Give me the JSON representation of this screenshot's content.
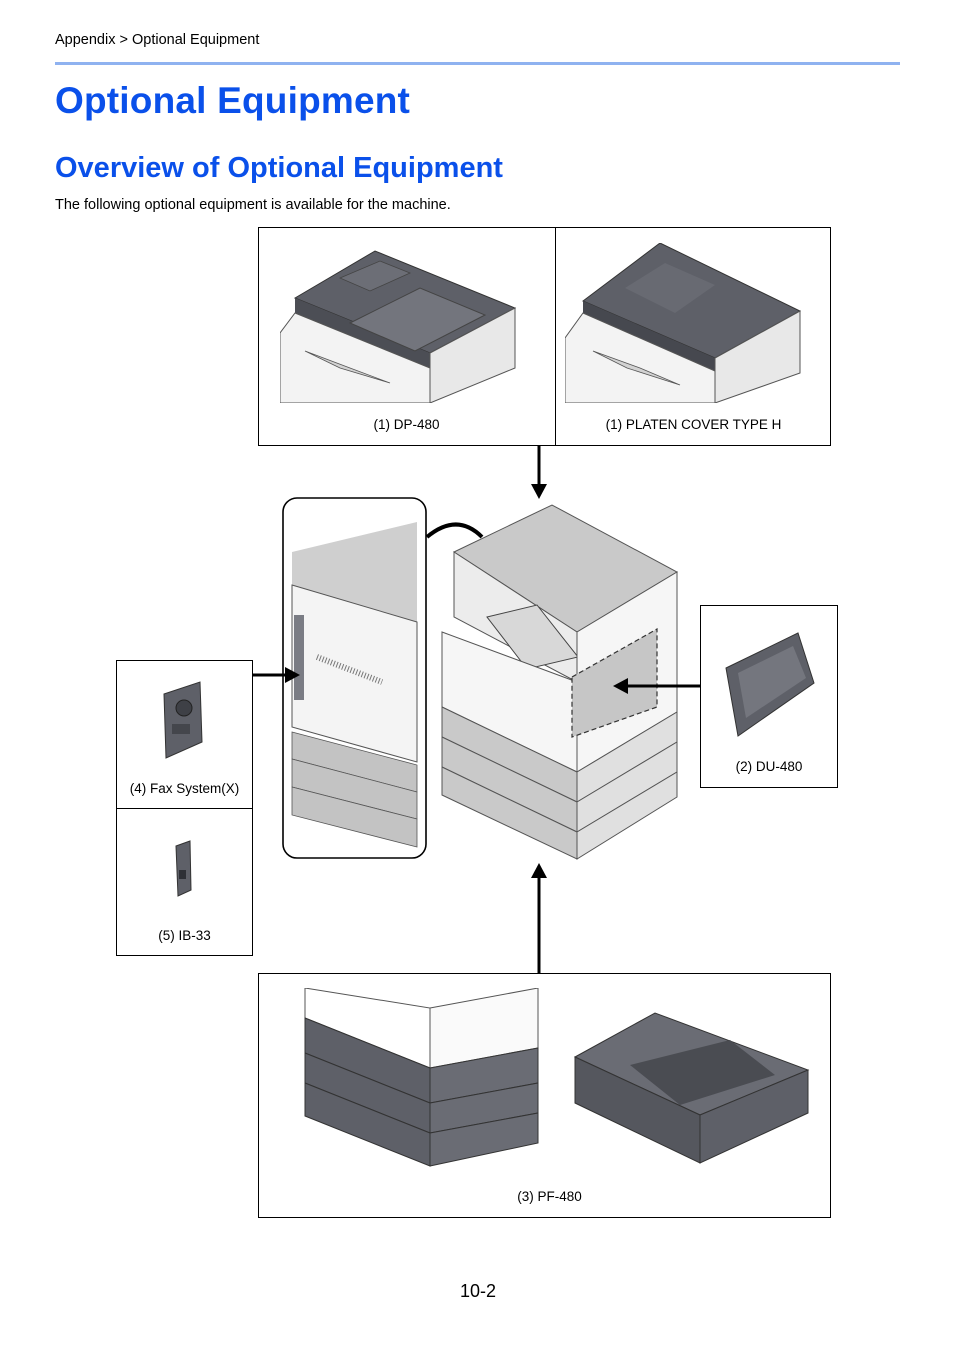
{
  "breadcrumb": "Appendix > Optional Equipment",
  "title": "Optional Equipment",
  "subtitle": "Overview of Optional Equipment",
  "intro": "The following optional equipment is available for the machine.",
  "captions": {
    "dp480": "(1) DP-480",
    "platen": "(1) PLATEN COVER TYPE H",
    "du480": "(2) DU-480",
    "fax": "(4) Fax System(X)",
    "ib33": "(5) IB-33",
    "pf480": "(3) PF-480"
  },
  "page_number": "10-2",
  "colors": {
    "heading": "#0a50ea",
    "rule": "#8fb2f0",
    "device_dark": "#5e6068",
    "device_light": "#c9c9c9"
  }
}
